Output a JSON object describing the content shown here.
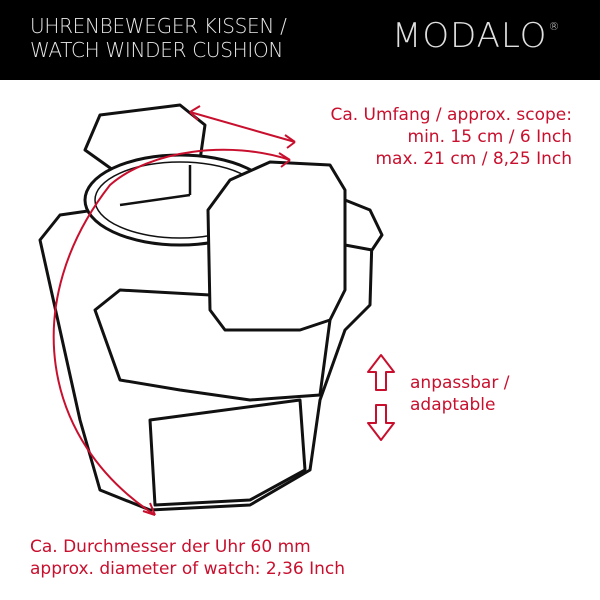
{
  "header": {
    "title_line1": "UHRENBEWEGER KISSEN /",
    "title_line2": "WATCH WINDER CUSHION",
    "logo": "MODALO",
    "logo_mark": "®"
  },
  "annotations": {
    "scope": [
      "Ca. Umfang / approx. scope:",
      "min. 15 cm / 6 Inch",
      "max. 21 cm / 8,25 Inch"
    ],
    "adaptable": [
      "anpassbar /",
      "adaptable"
    ],
    "diameter": [
      "Ca. Durchmesser der Uhr 60 mm",
      "approx. diameter of watch: 2,36 Inch"
    ]
  },
  "colors": {
    "accent": "#c8102e",
    "header_bg": "#000000"
  }
}
